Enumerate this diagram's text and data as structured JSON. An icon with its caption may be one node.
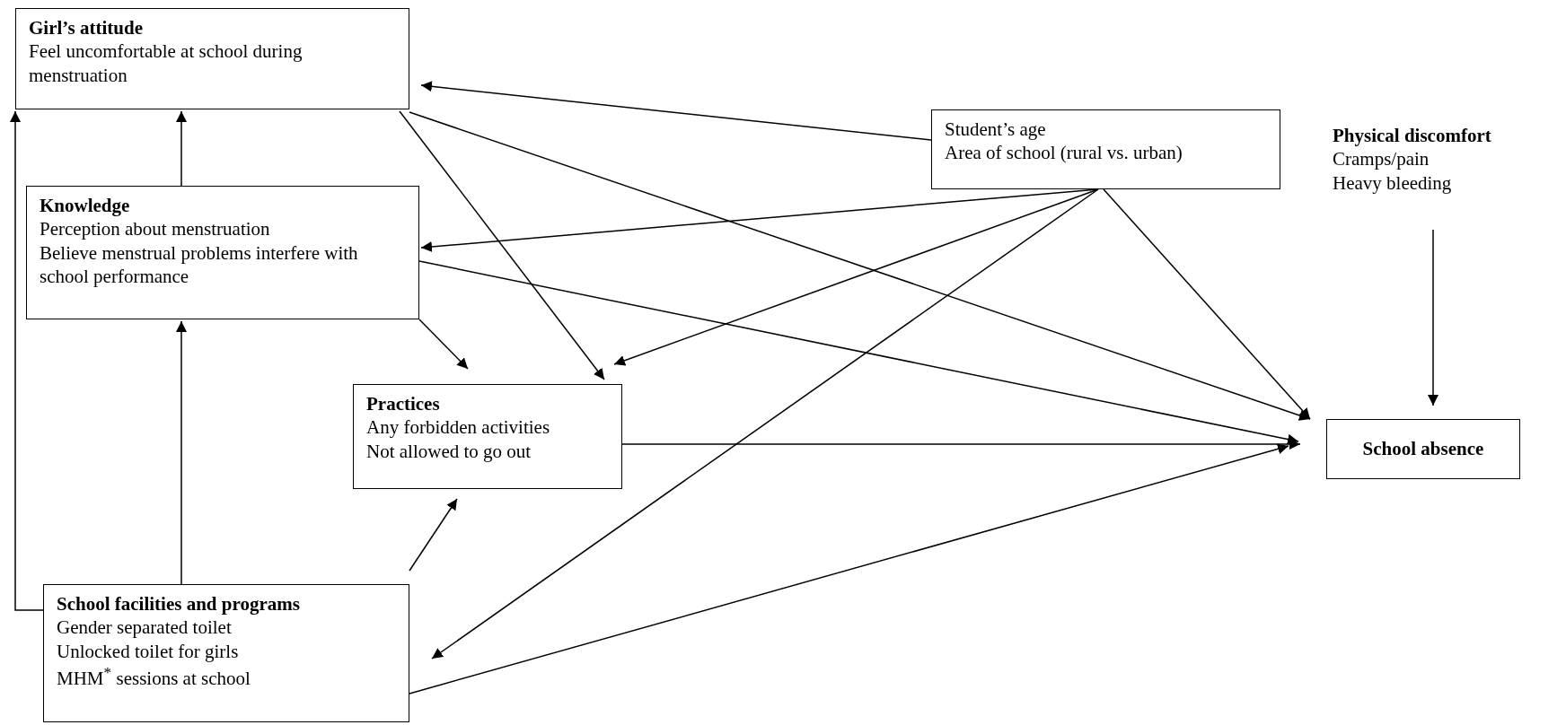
{
  "diagram": {
    "nodes": [
      {
        "text": [
          "Girl’s attitude",
          "Feel uncomfortable at school during menstruation"
        ]
      },
      {
        "text": [
          "Knowledge",
          "Perception about menstruation",
          "Believe menstrual problems interfere with school performance"
        ]
      },
      {
        "text": [
          "Practices",
          "Any forbidden activities",
          "Not allowed to go out"
        ]
      },
      {
        "text": [
          "Student’s age",
          "Area of school (rural vs. urban)"
        ]
      },
      {
        "text": [
          "Physical discomfort",
          "Cramps/pain",
          "Heavy bleeding"
        ]
      },
      {
        "text": [
          "School facilities and programs",
          "Gender separated toilet",
          "Unlocked toilet for girls",
          "MHM$^{*}$ sessions at school"
        ]
      },
      {
        "text": [
          "School absence"
        ]
      }
    ],
    "edges": [
      {
        "from": 1,
        "to": 0,
        "arrow": "to"
      },
      {
        "from": 5,
        "to": 1,
        "arrow": "to"
      },
      {
        "from": 5,
        "to": 0,
        "arrow": "to"
      },
      {
        "from": 0,
        "to": 2,
        "arrow": "to"
      },
      {
        "from": 0,
        "to": 6,
        "arrow": "to"
      },
      {
        "from": 3,
        "to": 0,
        "arrow": "to"
      },
      {
        "from": 3,
        "to": 1,
        "arrow": "to"
      },
      {
        "from": 3,
        "to": 2,
        "arrow": "to"
      },
      {
        "from": 3,
        "to": 5,
        "arrow": "to"
      },
      {
        "from": 3,
        "to": 6,
        "arrow": "to"
      },
      {
        "from": 1,
        "to": 2,
        "arrow": "to"
      },
      {
        "from": 1,
        "to": 6,
        "arrow": "to"
      },
      {
        "from": 2,
        "to": 6,
        "arrow": "to"
      },
      {
        "from": 5,
        "to": 2,
        "arrow": "to"
      },
      {
        "from": 5,
        "to": 6,
        "arrow": "to"
      },
      {
        "from": 4,
        "to": 6,
        "arrow": "to"
      }
    ]
  }
}
